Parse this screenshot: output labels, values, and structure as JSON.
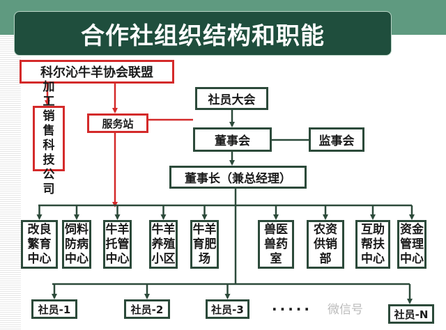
{
  "title": "合作社组织结构和职能",
  "alliance": "科尔沁牛羊协会联盟",
  "company": "加工销售科技公司",
  "service_station": "服务站",
  "general_assembly": "社员大会",
  "board": "董事会",
  "supervisory_board": "监事会",
  "chairman": "董事长（兼总经理）",
  "departments": [
    "改良繁育中心",
    "饲料防病中心",
    "牛羊托管中心",
    "牛羊养殖小区",
    "牛羊育肥场",
    "兽医兽药室",
    "农资供销部",
    "互助帮扶中心",
    "资金管理中心"
  ],
  "members": [
    "社员-1",
    "社员-2",
    "社员-3",
    "社员-N"
  ],
  "ellipsis": "·····",
  "watermark": "微信号",
  "colors": {
    "green_dark": "#1f4e3d",
    "green_band": "#5f9a80",
    "red": "#d42a2a",
    "line": "#2c4a3a"
  }
}
